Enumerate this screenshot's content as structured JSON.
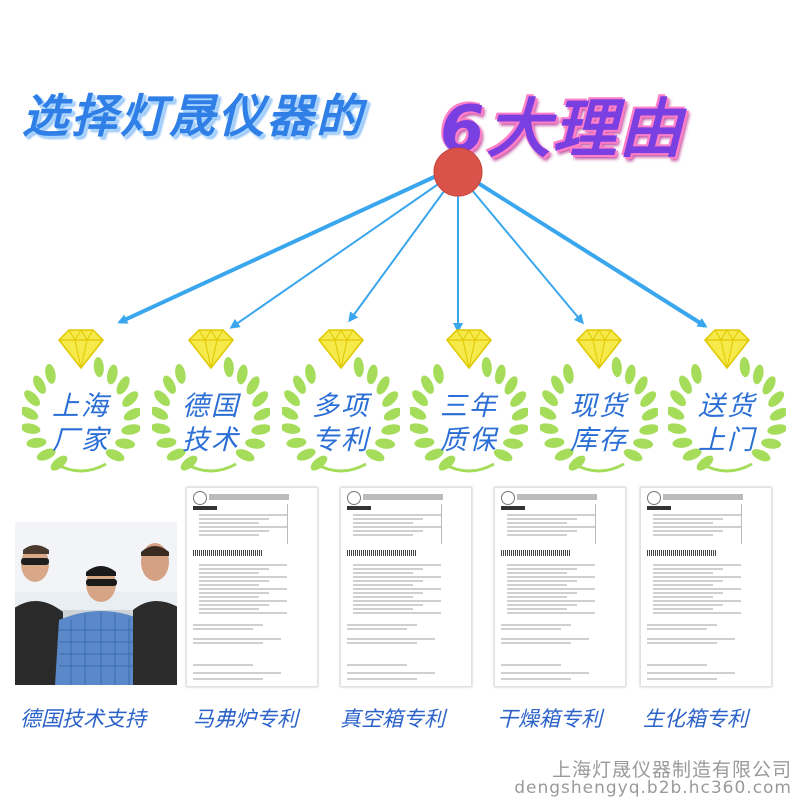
{
  "header": {
    "title_main": "选择灯晟仪器的",
    "title_highlight": "6大理由"
  },
  "reasons": [
    {
      "line1": "上海",
      "line2": "厂家"
    },
    {
      "line1": "德国",
      "line2": "技术"
    },
    {
      "line1": "多项",
      "line2": "专利"
    },
    {
      "line1": "三年",
      "line2": "质保"
    },
    {
      "line1": "现货",
      "line2": "库存"
    },
    {
      "line1": "送货",
      "line2": "上门"
    }
  ],
  "captions": [
    "德国技术支持",
    "马弗炉专利",
    "真空箱专利",
    "干燥箱专利",
    "生化箱专利"
  ],
  "footer": {
    "company": "上海灯晟仪器制造有限公司",
    "url": "dengshengyq.b2b.hc360.com"
  },
  "colors": {
    "title_blue": "#2f7fe6",
    "highlight_purple": "#7a3fe0",
    "hub_red": "#d9534a",
    "arrow_blue": "#3aa6ee",
    "laurel_green": "#a5dc5a",
    "diamond_yellow": "#f6e94a",
    "caption_blue": "#2b62c9",
    "footer_gray": "#9a9a9a"
  }
}
